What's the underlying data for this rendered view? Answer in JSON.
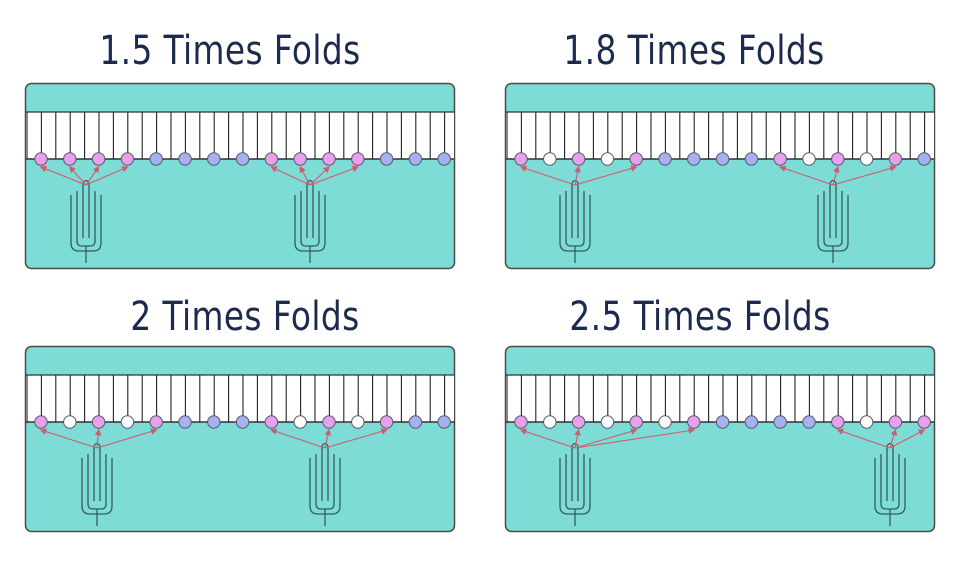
{
  "colors": {
    "panel_fill": "#7edcd7",
    "panel_stroke": "#4a4a4a",
    "pleat_band": "#ffffff",
    "pink_ring": "#e7a1ec",
    "white_ring": "#ffffff",
    "blue_ring": "#a6b1ee",
    "arrow": "#d25a6e",
    "fork": "#355d5c",
    "title": "#1c2a4d"
  },
  "panels": [
    {
      "title": "1.5 Times Folds",
      "pattern": [
        "pink",
        "pink",
        "pink",
        "pink",
        "blue",
        "blue",
        "blue",
        "blue",
        "pink",
        "pink",
        "pink",
        "pink",
        "blue",
        "blue",
        "blue"
      ],
      "forks": [
        {
          "targets": [
            0,
            1,
            2,
            3
          ]
        },
        {
          "targets": [
            8,
            9,
            10,
            11
          ]
        }
      ]
    },
    {
      "title": "1.8 Times Folds",
      "pattern": [
        "pink",
        "white",
        "pink",
        "white",
        "pink",
        "blue",
        "blue",
        "blue",
        "blue",
        "pink",
        "white",
        "pink",
        "white",
        "pink",
        "blue"
      ],
      "forks": [
        {
          "targets": [
            0,
            2,
            4
          ]
        },
        {
          "targets": [
            9,
            11,
            13
          ]
        }
      ]
    },
    {
      "title": "2 Times Folds",
      "pattern": [
        "pink",
        "white",
        "pink",
        "white",
        "pink",
        "blue",
        "blue",
        "blue",
        "pink",
        "white",
        "pink",
        "white",
        "pink",
        "blue",
        "blue"
      ],
      "forks": [
        {
          "targets": [
            0,
            2,
            4
          ]
        },
        {
          "targets": [
            8,
            10,
            12
          ]
        }
      ]
    },
    {
      "title": "2.5 Times Folds",
      "pattern": [
        "pink",
        "white",
        "pink",
        "white",
        "pink",
        "white",
        "pink",
        "blue",
        "blue",
        "blue",
        "blue",
        "pink",
        "white",
        "pink",
        "pink"
      ],
      "forks": [
        {
          "targets": [
            0,
            2,
            4,
            6
          ]
        },
        {
          "targets": [
            11,
            13,
            14
          ]
        }
      ]
    }
  ]
}
